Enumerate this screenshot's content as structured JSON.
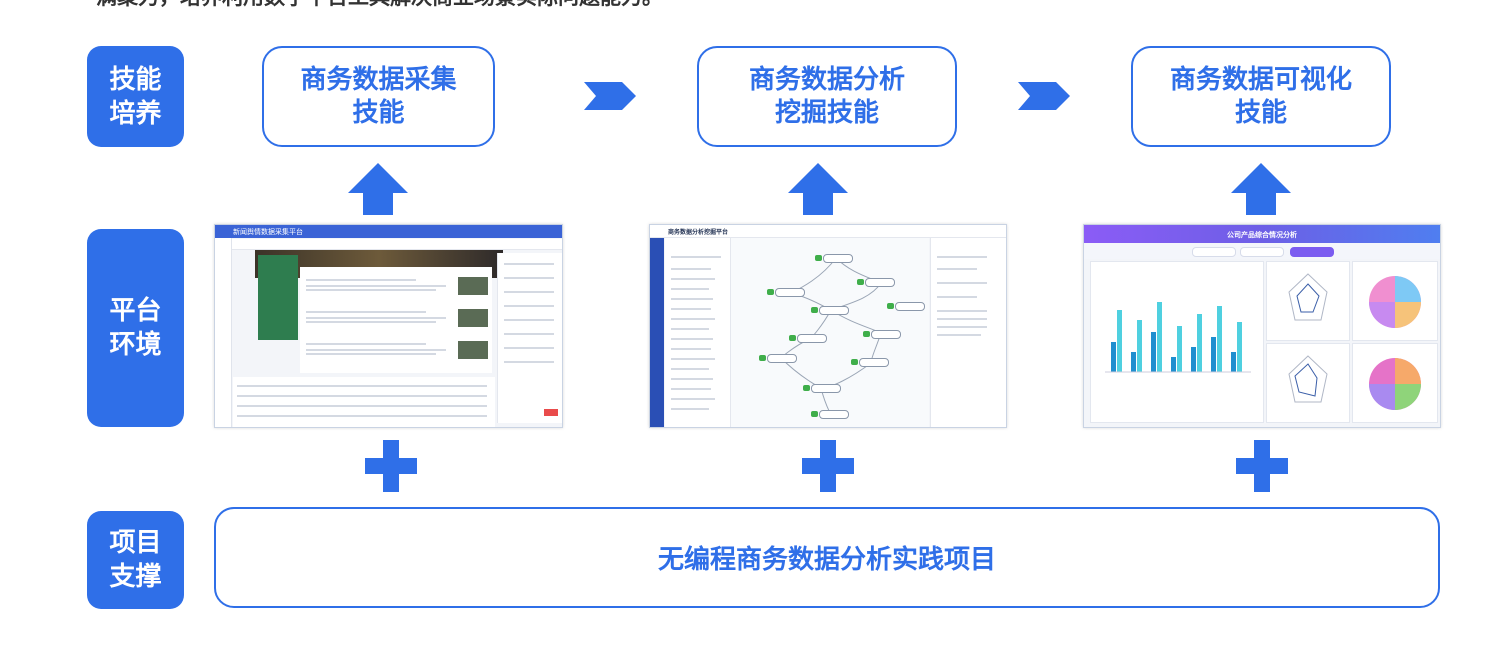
{
  "intro_text": "满聚力，培养利用数字平台工具解决商业场景实际问题能力。",
  "rows": {
    "skills_label": "技能\n培养",
    "platform_label": "平台\n环境",
    "project_label": "项目\n支撑"
  },
  "skills": [
    "商务数据采集\n技能",
    "商务数据分析\n挖掘技能",
    "商务数据可视化\n技能"
  ],
  "screenshots": {
    "collection": {
      "title": "新闻舆情数据采集平台"
    },
    "analysis": {
      "title": "商务数据分析挖掘平台"
    },
    "visualization": {
      "title": "公司产品综合情况分析"
    }
  },
  "project_text": "无编程商务数据分析实践项目",
  "colors": {
    "accent": "#2f6fe8",
    "background": "#ffffff"
  },
  "icons": {
    "flow_arrow": "chevron-right-icon",
    "up_arrow": "arrow-up-icon",
    "plus": "plus-icon"
  }
}
